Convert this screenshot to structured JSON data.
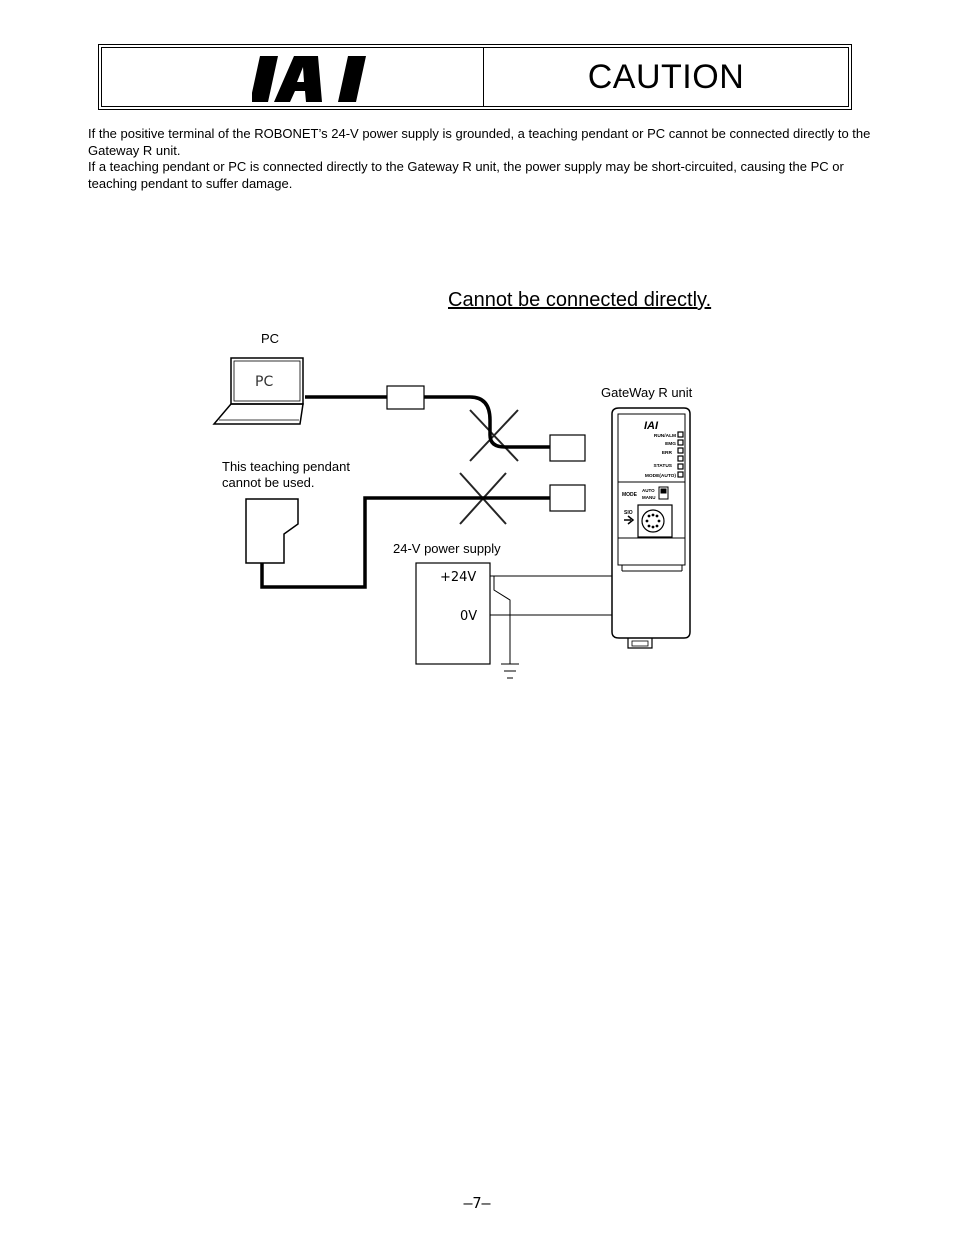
{
  "header": {
    "logo_text": "IAI",
    "title": "CAUTION"
  },
  "body": {
    "paragraphs": [
      "If the positive terminal of the ROBONET’s 24-V power supply is grounded, a teaching pendant or PC cannot be connected directly to the Gateway R unit.",
      "If a teaching pendant or PC is connected directly to the Gateway R unit, the power supply may be short-circuited, causing the PC or teaching pendant to suffer damage."
    ]
  },
  "diagram": {
    "title": "Cannot be connected directly.",
    "pc_label": "PC",
    "pc_screen_text": "PC",
    "gateway_label": "GateWay R unit",
    "pendant_label_line1": "This teaching pendant",
    "pendant_label_line2": "cannot be used.",
    "power_supply_label": "24-V power supply",
    "plus_terminal": "+24V",
    "zero_terminal": "0V",
    "unit_panel": {
      "logo": "IAI",
      "led_labels": [
        "RUN/ALM",
        "EMG",
        "ERR",
        "STATUS",
        "MODE(AUTO)"
      ],
      "mode_label": "MODE",
      "mode_options": [
        "AUTO",
        "MANU"
      ],
      "sio_label": "SIO"
    }
  },
  "footer": {
    "page_number": "–7–"
  }
}
